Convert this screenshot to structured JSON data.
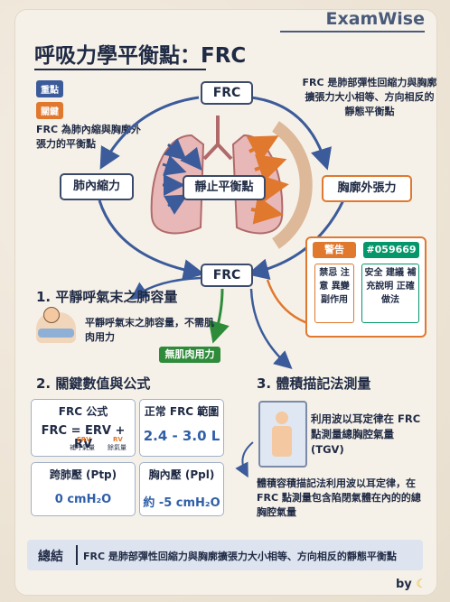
{
  "brand": "ExamWise",
  "title": "呼吸力學平衡點：FRC",
  "legend": {
    "important": "重點",
    "key": "關鍵",
    "frc_def": "FRC 為肺內縮與胸廓外張力的平衡點"
  },
  "top_note": "FRC 是肺部彈性回縮力與胸廓擴張力大小相等、方向相反的靜態平衡點",
  "nodes": {
    "frc_top": "FRC",
    "frc_bottom": "FRC",
    "lung_recoil": "肺內縮力",
    "chest_expand": "胸廓外張力",
    "equilibrium": "靜止平衡點"
  },
  "warning": {
    "label": "警告",
    "code": "#059669",
    "items": "禁忌 注意 異變 副作用",
    "advice": "安全 建議 補充說明 正確做法"
  },
  "section1": {
    "title": "1. 平靜呼氣末之肺容量",
    "desc": "平靜呼氣末之肺容量，不需肌肉用力",
    "badge": "無肌肉用力"
  },
  "section2": {
    "title": "2. 關鍵數值與公式",
    "formula_head": "FRC 公式",
    "formula": "FRC = ERV + RV",
    "erv": "ERV",
    "erv_sub": "補呼氣量",
    "rv": "RV",
    "rv_sub": "餘氣量",
    "range_head": "正常 FRC 範圍",
    "range": "2.4 - 3.0 L",
    "ptp_head": "跨肺壓 (Ptp)",
    "ptp_val": "0 cmH₂O",
    "ppl_head": "胸內壓 (Ppl)",
    "ppl_val": "約 -5 cmH₂O"
  },
  "section3": {
    "title": "3. 體積描記法測量",
    "desc": "利用波以耳定律在 FRC 點測量總胸腔氣量 (TGV)",
    "detail": "體積容積描記法利用波以耳定律，在 FRC 點測量包含陷閉氣體在內的的總胸腔氣量"
  },
  "summary": {
    "label": "總結",
    "text": "FRC 是肺部彈性回縮力與胸廓擴張力大小相等、方向相反的靜態平衡點"
  },
  "byline": "by",
  "colors": {
    "navy": "#1f2a44",
    "blue": "#2f5fa8",
    "orange": "#e0782e",
    "green": "#2e8b3a",
    "teal": "#059669"
  }
}
